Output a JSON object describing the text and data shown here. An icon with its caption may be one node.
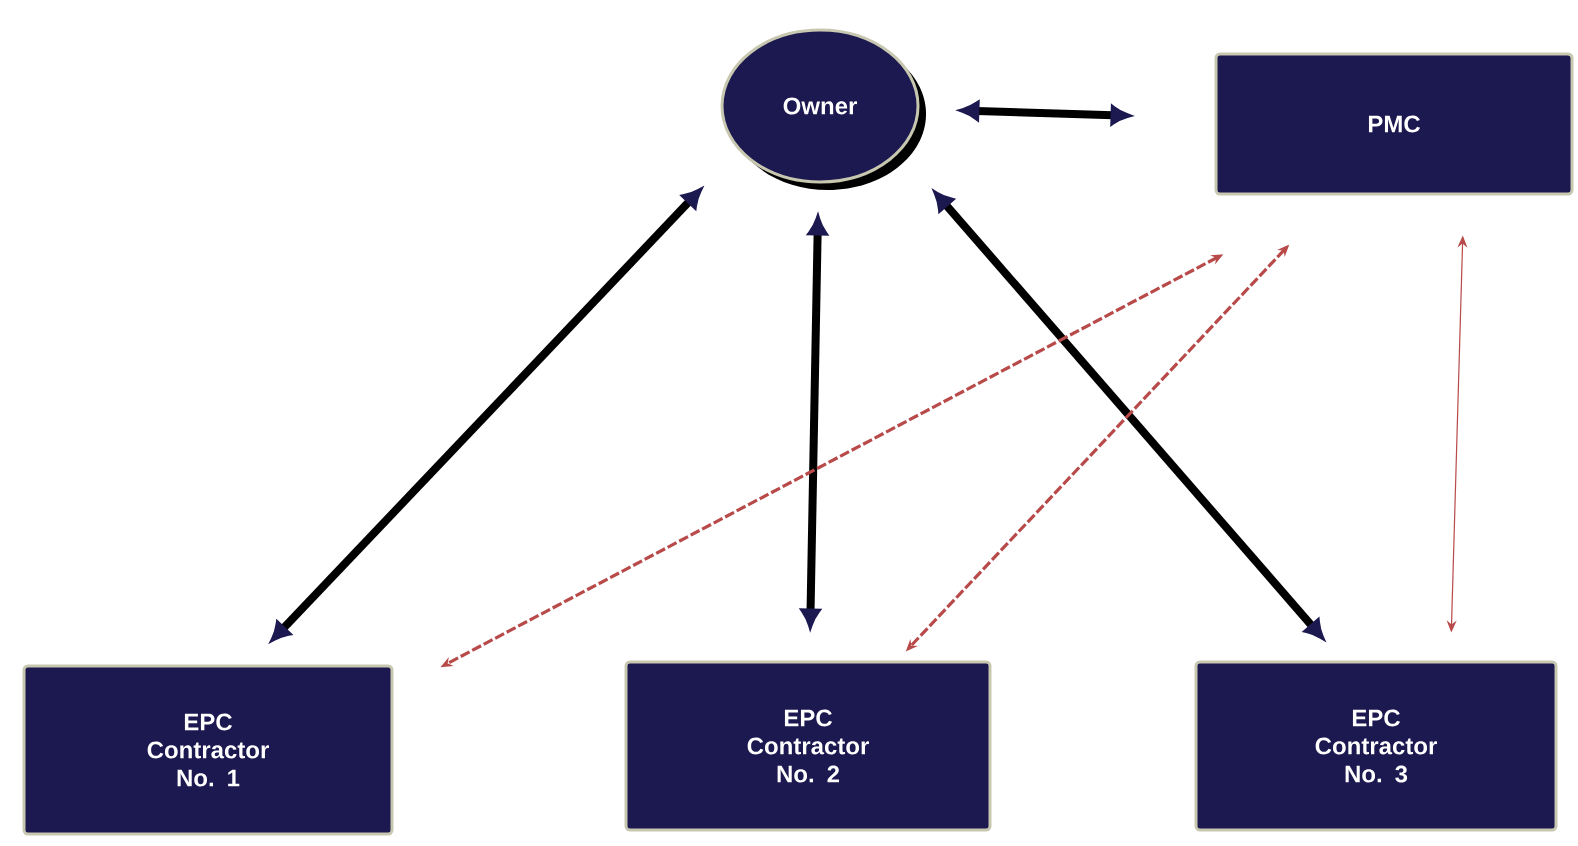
{
  "diagram": {
    "nodes": [
      {
        "text": [
          "Owner"
        ]
      },
      {
        "text": [
          "PMC"
        ]
      },
      {
        "text": [
          "EPC Contractor No. 1"
        ]
      },
      {
        "text": [
          "EPC Contractor No. 2"
        ]
      },
      {
        "text": [
          "EPC Contractor No. 3"
        ]
      }
    ],
    "edges": [
      {
        "from": 0,
        "to": 1,
        "arrow": "both"
      },
      {
        "from": 0,
        "to": 2,
        "arrow": "both"
      },
      {
        "from": 0,
        "to": 3,
        "arrow": "both"
      },
      {
        "from": 0,
        "to": 4,
        "arrow": "both"
      },
      {
        "from": 1,
        "to": 2,
        "arrow": "both",
        "style": "dashed",
        "color": "#b84a4a"
      },
      {
        "from": 1,
        "to": 3,
        "arrow": "both",
        "style": "dashed",
        "color": "#b84a4a"
      },
      {
        "from": 1,
        "to": 4,
        "arrow": "both",
        "color": "#b84a4a"
      }
    ]
  }
}
